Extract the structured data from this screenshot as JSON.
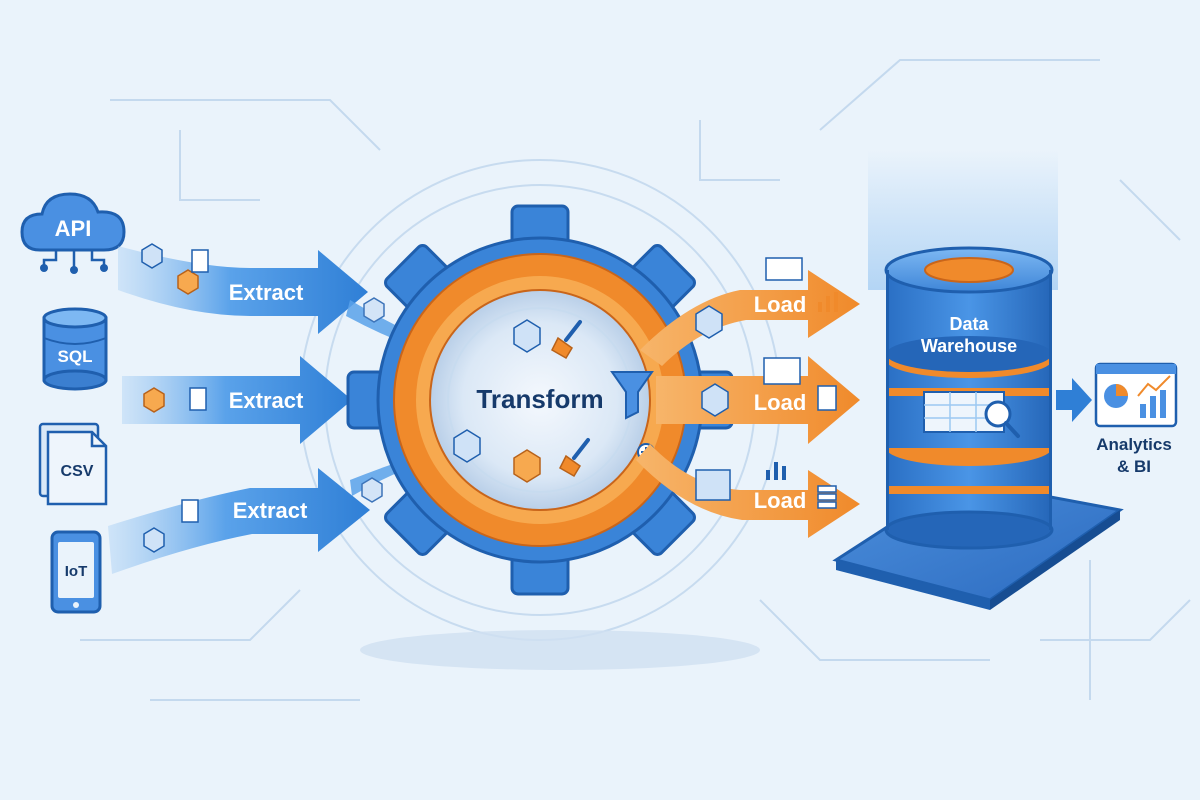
{
  "sources": {
    "api": "API",
    "sql": "SQL",
    "csv": "CSV",
    "iot": "IoT"
  },
  "stages": {
    "extract_top": "Extract",
    "extract_mid": "Extract",
    "extract_bottom": "Extract",
    "transform": "Transform",
    "load_top": "Load",
    "load_mid": "Load",
    "load_bottom": "Load"
  },
  "warehouse": {
    "line1": "Data",
    "line2": "Warehouse"
  },
  "analytics": {
    "line1": "Analytics",
    "line2": "& BI"
  },
  "colors": {
    "blue": "#2f7fd6",
    "blue_dark": "#1f5fae",
    "orange": "#f08a2b",
    "orange_light": "#f7a94f",
    "navy_text": "#163a6b",
    "background": "#eaf3fb"
  }
}
